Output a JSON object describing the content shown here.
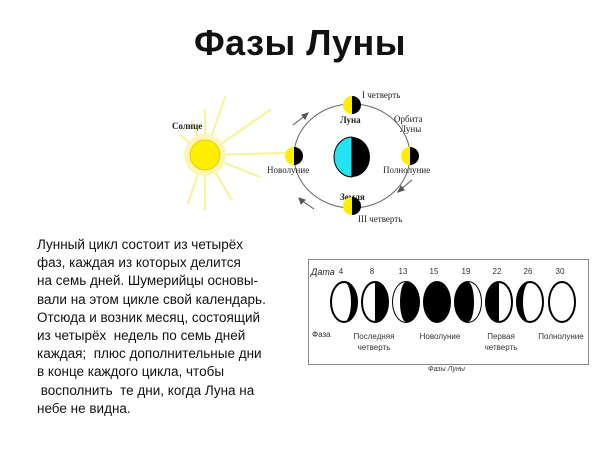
{
  "title": "Фазы Луны",
  "orbit_diagram": {
    "sun_label": "Солнце",
    "moon_label": "Луна",
    "earth_label": "Земля",
    "orbit_label_line1": "Орбита",
    "orbit_label_line2": "Луны",
    "first_quarter": "I четверть",
    "third_quarter": "III четверть",
    "new_moon": "Новолуние",
    "full_moon": "Полнолуние",
    "colors": {
      "sun": "#ffee00",
      "moon_lit": "#ffee00",
      "earth_day": "#22e4f2",
      "dark": "#000000"
    }
  },
  "description": {
    "lines": [
      "Лунный цикл состоит из четырёх",
      "фаз, каждая из которых делится",
      "на семь дней. Шумерийцы основы-",
      "вали на этом цикле свой календарь.",
      "Отсюда и возник месяц, состоящий",
      "из четырёх  недель по семь дней",
      "каждая;  плюс дополнительные дни",
      "в конце каждого цикла, чтобы",
      " восполнить  те дни, когда Луна на",
      "небе не видна."
    ]
  },
  "phase_table": {
    "date_label": "Дата",
    "phase_label": "Фаза",
    "dates": [
      "4",
      "8",
      "13",
      "15",
      "19",
      "22",
      "26",
      "30"
    ],
    "phase_names": [
      {
        "line1": "Последняя",
        "line2": "четверть"
      },
      {
        "line1": "Новолуние",
        "line2": ""
      },
      {
        "line1": "Первая",
        "line2": "четверть"
      },
      {
        "line1": "Полнолуние",
        "line2": ""
      }
    ],
    "caption": "Фазы Луны"
  }
}
